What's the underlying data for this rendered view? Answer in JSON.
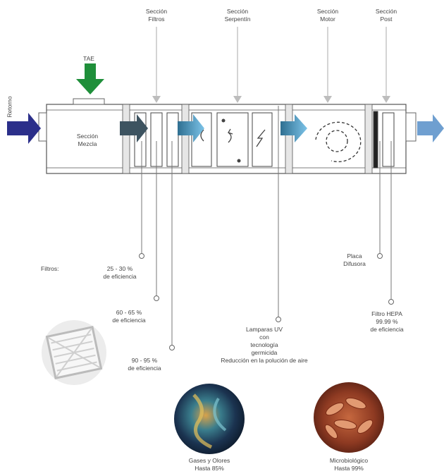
{
  "sections": {
    "filtros": [
      "Sección",
      "Filtros"
    ],
    "serpentin": [
      "Sección",
      "Serpentín"
    ],
    "motor": [
      "Sección",
      "Motor"
    ],
    "post": [
      "Sección",
      "Post"
    ],
    "mezcla": [
      "Sección",
      "Mezcla"
    ]
  },
  "tae": "TAE",
  "retorno": "Retorno",
  "filtros_label": "Filtros:",
  "filter1": [
    "25 - 30 %",
    "de eficiencia"
  ],
  "filter2": [
    "60 - 65 %",
    "de eficiencia"
  ],
  "filter3": [
    "90 - 95 %",
    "de eficiencia"
  ],
  "uv": [
    "Lamparas UV",
    "con",
    "tecnología",
    "germicida",
    "Reducción en la polución de aire"
  ],
  "placa": [
    "Placa",
    "Difusora"
  ],
  "hepa": [
    "Filtro HEPA",
    "99.99 %",
    "de eficiencia"
  ],
  "gases": [
    "Gases y Olores",
    "Hasta 85%"
  ],
  "micro": [
    "Microbiológico",
    "Hasta 99%"
  ],
  "colors": {
    "tae_arrow": "#1f8f3a",
    "return_arrow": "#2b2f8a",
    "flow_arrow": "#5aa9d6",
    "outlet_arrow": "#6f9fd0",
    "dark_arrow": "#3d5360"
  }
}
